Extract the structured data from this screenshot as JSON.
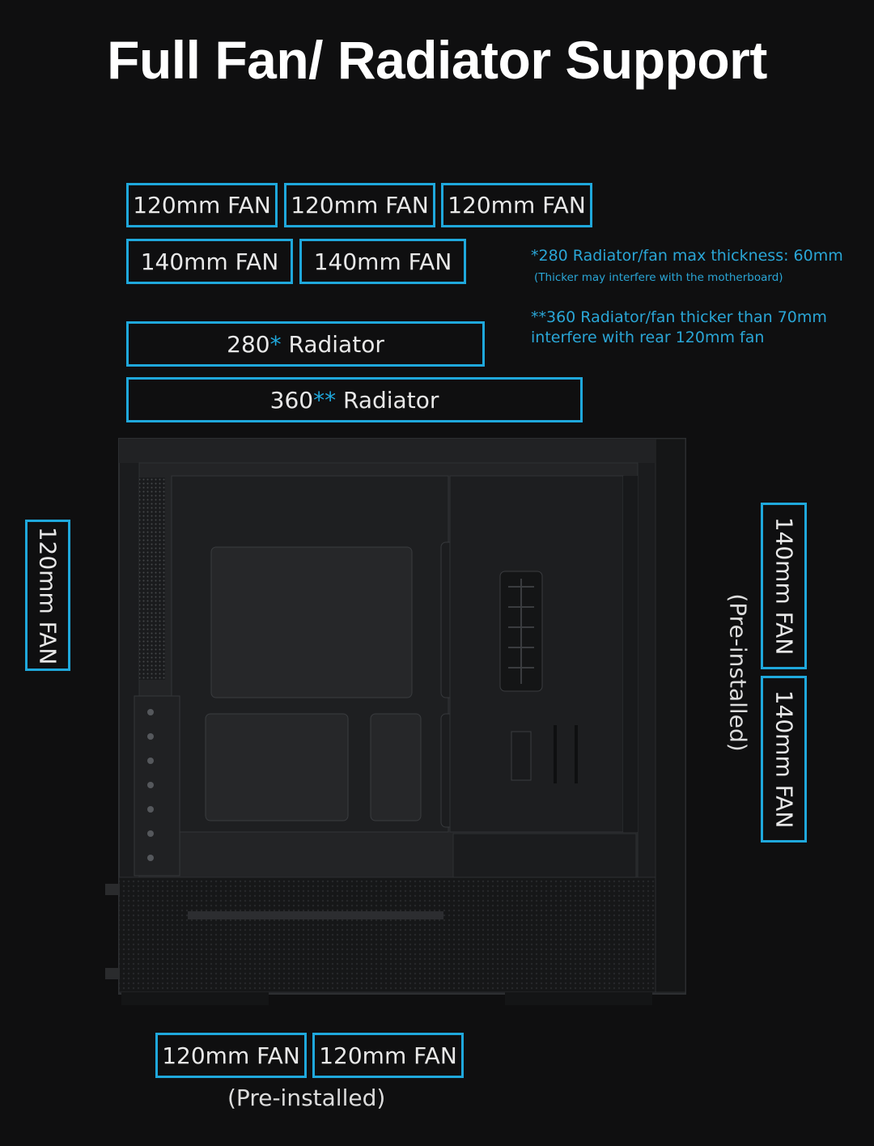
{
  "title": "Full Fan/ Radiator Support",
  "top_fans_row1": [
    "120mm FAN",
    "120mm FAN",
    "120mm FAN"
  ],
  "top_fans_row2": [
    "140mm FAN",
    "140mm FAN"
  ],
  "radiators": {
    "r280_num": "280",
    "r280_star": "*",
    "r280_word": "Radiator",
    "r360_num": "360",
    "r360_star": "**",
    "r360_word": "Radiator"
  },
  "notes": {
    "note1": "*280 Radiator/fan max thickness: 60mm",
    "note1_sub": "(Thicker may interfere with the motherboard)",
    "note2_line1": "**360 Radiator/fan thicker than 70mm",
    "note2_line2": "interfere with rear 120mm fan"
  },
  "rear_fan": "120mm FAN",
  "front_fans": [
    "140mm FAN",
    "140mm FAN"
  ],
  "front_preinstalled": "(Pre-installed)",
  "bottom_fans": [
    "120mm FAN",
    "120mm FAN"
  ],
  "bottom_preinstalled": "(Pre-installed)",
  "colors": {
    "accent": "#1fa8dc",
    "background": "#0f0f10"
  }
}
